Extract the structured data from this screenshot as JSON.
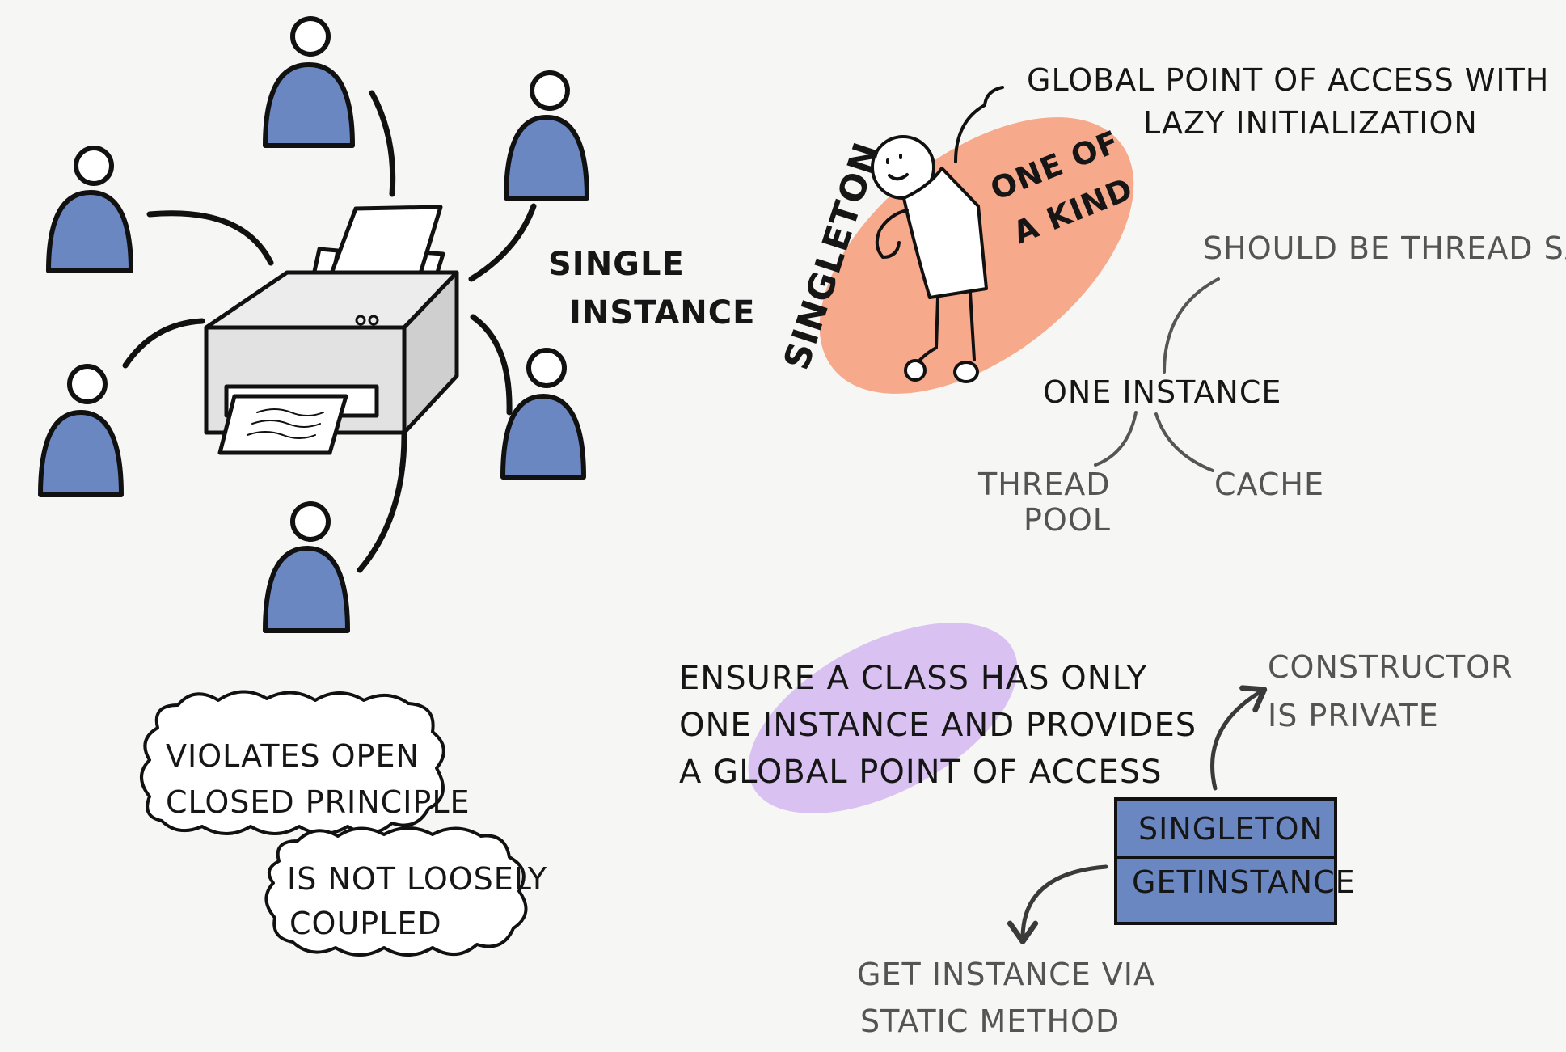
{
  "printer_section": {
    "label_line1": "SINGLE",
    "label_line2": "INSTANCE",
    "user_color": "#6a87c2",
    "user_count": 6
  },
  "singleton_section": {
    "rotated_label": "SINGLETON",
    "badge_line1": "ONE OF",
    "badge_line2": "A KIND",
    "badge_color": "#f7a98c",
    "callout_line1": "GLOBAL POINT OF ACCESS WITH",
    "callout_line2": "LAZY INITIALIZATION"
  },
  "instance_section": {
    "center": "ONE INSTANCE",
    "thread_safe": "SHOULD BE THREAD SAFE",
    "thread_pool_line1": "THREAD",
    "thread_pool_line2": "POOL",
    "cache": "CACHE"
  },
  "definition": {
    "line1": "ENSURE A CLASS HAS ONLY",
    "line2": "ONE INSTANCE AND PROVIDES",
    "line3": "A GLOBAL POINT OF ACCESS",
    "highlight_color": "#d9c2f2"
  },
  "drawbacks": {
    "cloud1_line1": "VIOLATES OPEN",
    "cloud1_line2": "CLOSED PRINCIPLE",
    "cloud2_line1": "IS NOT LOOSELY",
    "cloud2_line2": "COUPLED"
  },
  "class_box": {
    "name": "SINGLETON",
    "method": "GETINSTANCE",
    "fill_color": "#6a87c2",
    "constructor_line1": "CONSTRUCTOR",
    "constructor_line2": "IS PRIVATE",
    "access_line1": "GET INSTANCE VIA",
    "access_line2": "STATIC METHOD"
  }
}
